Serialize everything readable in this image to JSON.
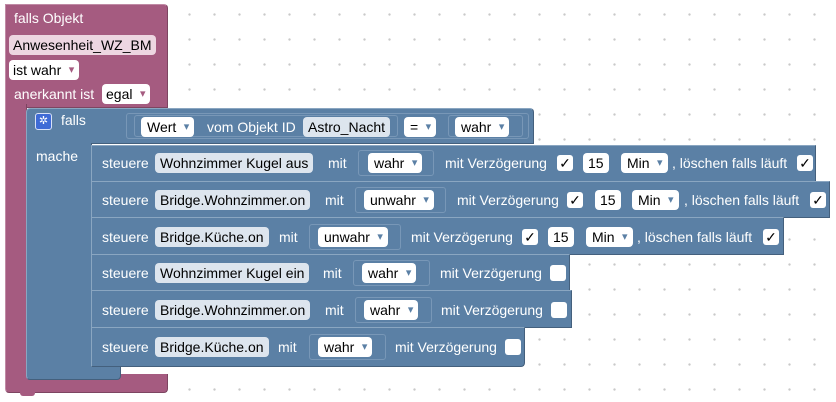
{
  "event": {
    "header": "falls Objekt",
    "object_id": "Anwesenheit_WZ_BM",
    "condition": "ist wahr",
    "ack_label": "anerkannt ist",
    "ack_value": "egal"
  },
  "if_block": {
    "falls_label": "falls",
    "mache_label": "mache",
    "compare": {
      "value_dropdown": "Wert",
      "from_label": "vom Objekt ID",
      "object_id": "Astro_Nacht",
      "operator": "=",
      "rhs": "wahr"
    }
  },
  "actions": [
    {
      "steuere": "steuere",
      "target": "Wohnzimmer Kugel aus",
      "mit": "mit",
      "value": "wahr",
      "delay_label": "mit Verzögerung",
      "delay_checked": "✓",
      "delay": "15",
      "unit": "Min",
      "clear_label": ", löschen falls läuft",
      "clear_checked": "✓"
    },
    {
      "steuere": "steuere",
      "target": "Bridge.Wohnzimmer.on",
      "mit": "mit",
      "value": "unwahr",
      "delay_label": "mit Verzögerung",
      "delay_checked": "✓",
      "delay": "15",
      "unit": "Min",
      "clear_label": ", löschen falls läuft",
      "clear_checked": "✓"
    },
    {
      "steuere": "steuere",
      "target": "Bridge.Küche.on",
      "mit": "mit",
      "value": "unwahr",
      "delay_label": "mit Verzögerung",
      "delay_checked": "✓",
      "delay": "15",
      "unit": "Min",
      "clear_label": ", löschen falls läuft",
      "clear_checked": "✓"
    },
    {
      "steuere": "steuere",
      "target": "Wohnzimmer Kugel ein",
      "mit": "mit",
      "value": "wahr",
      "delay_label": "mit Verzögerung"
    },
    {
      "steuere": "steuere",
      "target": "Bridge.Wohnzimmer.on",
      "mit": "mit",
      "value": "wahr",
      "delay_label": "mit Verzögerung"
    },
    {
      "steuere": "steuere",
      "target": "Bridge.Küche.on",
      "mit": "mit",
      "value": "wahr",
      "delay_label": "mit Verzögerung"
    }
  ],
  "colors": {
    "event_block": "#a55b80",
    "logic_block": "#5b80a5",
    "field_bg": "#dde5ee"
  }
}
